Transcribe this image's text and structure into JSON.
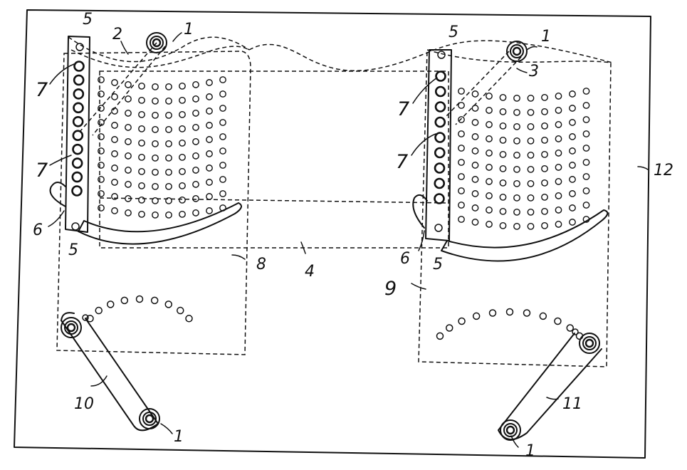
{
  "figure": {
    "labels": {
      "roller": "1",
      "belt_left": "2",
      "belt_right": "3",
      "panel_mid": "4",
      "fastener": "5",
      "hook": "6",
      "strip_hole": "7",
      "zone_left": "8",
      "zone_right": "9",
      "link_left": "10",
      "link_right": "11",
      "frame": "12"
    },
    "colors": {
      "ink": "#111111",
      "paper": "#ffffff"
    }
  }
}
